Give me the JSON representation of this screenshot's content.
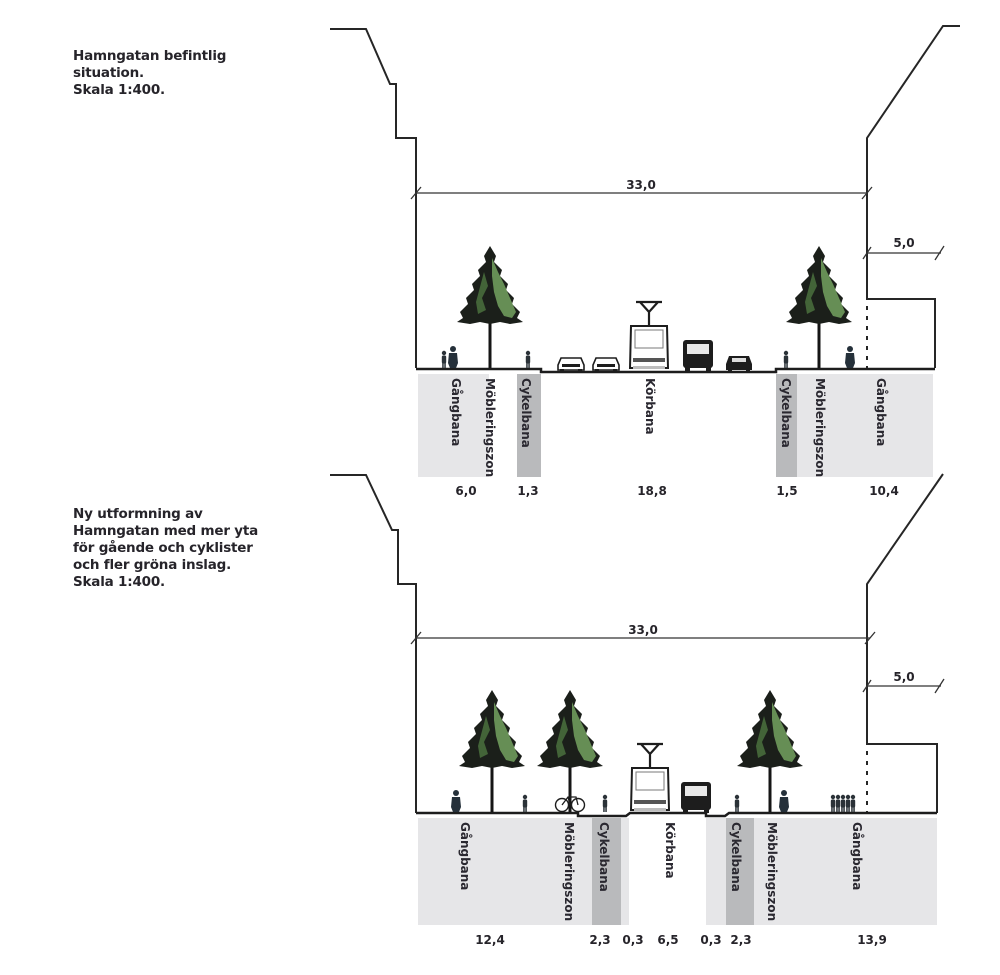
{
  "sections": [
    {
      "id": "existing",
      "caption": [
        "Hamngatan befintlig",
        "situation.",
        "Skala 1:400."
      ],
      "total_width": "33,0",
      "building_setback": "5,0",
      "zones": [
        {
          "label": "Gångbana",
          "width": "6,0",
          "shade": "light"
        },
        {
          "label": "Möbleringszon",
          "width": "",
          "shade": "light"
        },
        {
          "label": "Cykelbana",
          "width": "1,3",
          "shade": "dark"
        },
        {
          "label": "Körbana",
          "width": "18,8",
          "shade": "none"
        },
        {
          "label": "Cykelbana",
          "width": "1,5",
          "shade": "dark"
        },
        {
          "label": "Möbleringszon",
          "width": "",
          "shade": "light"
        },
        {
          "label": "Gångbana",
          "width": "10,4",
          "shade": "light"
        }
      ],
      "objects": [
        "person",
        "person-group",
        "tree",
        "person",
        "car",
        "car",
        "tram",
        "bus",
        "car",
        "person",
        "tree",
        "person"
      ]
    },
    {
      "id": "proposed",
      "caption": [
        "Ny utformning av",
        "Hamngatan med mer yta",
        "för gående och cyklister",
        "och fler gröna inslag.",
        "Skala 1:400."
      ],
      "total_width": "33,0",
      "building_setback": "5,0",
      "zones": [
        {
          "label": "Gångbana",
          "width": "12,4",
          "shade": "light"
        },
        {
          "label": "Möbleringszon",
          "width": "",
          "shade": "light"
        },
        {
          "label": "Cykelbana",
          "width": "2,3",
          "shade": "dark"
        },
        {
          "label": "",
          "width": "0,3",
          "shade": "light"
        },
        {
          "label": "Körbana",
          "width": "6,5",
          "shade": "none"
        },
        {
          "label": "",
          "width": "0,3",
          "shade": "light"
        },
        {
          "label": "Cykelbana",
          "width": "2,3",
          "shade": "dark"
        },
        {
          "label": "Möbleringszon",
          "width": "",
          "shade": "light"
        },
        {
          "label": "Gångbana",
          "width": "13,9",
          "shade": "light"
        }
      ],
      "objects": [
        "person-group",
        "tree",
        "person",
        "tree",
        "bicycle",
        "person",
        "tram",
        "bus",
        "person",
        "tree",
        "person",
        "person-group"
      ]
    }
  ],
  "colors": {
    "band_light": "#e6e6e8",
    "band_dark": "#b9babc",
    "line": "#262626",
    "tree_dark": "#1b1f1a",
    "tree_green": "#6f9a5c"
  }
}
